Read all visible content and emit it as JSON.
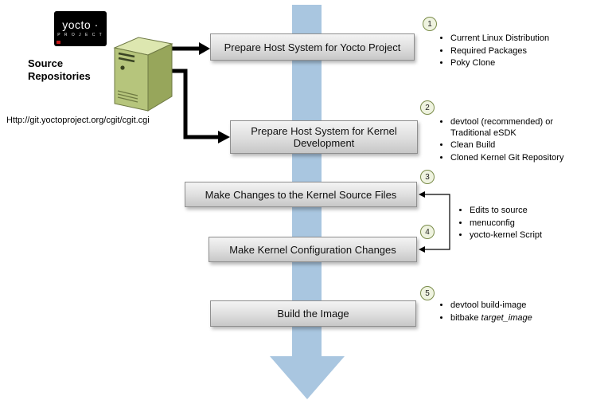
{
  "logo": {
    "brand": "yocto ·",
    "sub": "P R O J E C T"
  },
  "source_label": "Source\nRepositories",
  "source_url": "Http://git.yoctoproject.org/cgit/cgit.cgi",
  "steps": [
    {
      "num": "1",
      "label": "Prepare Host System for Yocto Project",
      "bullets": [
        "Current Linux Distribution",
        "Required Packages",
        "Poky Clone"
      ]
    },
    {
      "num": "2",
      "label": "Prepare Host System for Kernel Development",
      "bullets": [
        "devtool (recommended) or Traditional eSDK",
        "Clean Build",
        "Cloned Kernel Git Repository"
      ]
    },
    {
      "num": "3",
      "label": "Make Changes to the Kernel Source Files",
      "bullets": []
    },
    {
      "num": "4",
      "label": "Make Kernel Configuration Changes",
      "bullets": [
        "Edits to source",
        "menuconfig",
        "yocto-kernel Script"
      ]
    },
    {
      "num": "5",
      "label": "Build the Image",
      "bullets": [
        "devtool build-image"
      ],
      "bullet_cmd": {
        "prefix": "bitbake ",
        "arg": "target_image"
      }
    }
  ],
  "colors": {
    "flow_arrow": "#a9c6e0",
    "box_border": "#8f8f8f",
    "badge_fill": "#eff3e0",
    "badge_border": "#7a8c4a",
    "server_green": "#b6c57c",
    "connector": "#000000"
  }
}
